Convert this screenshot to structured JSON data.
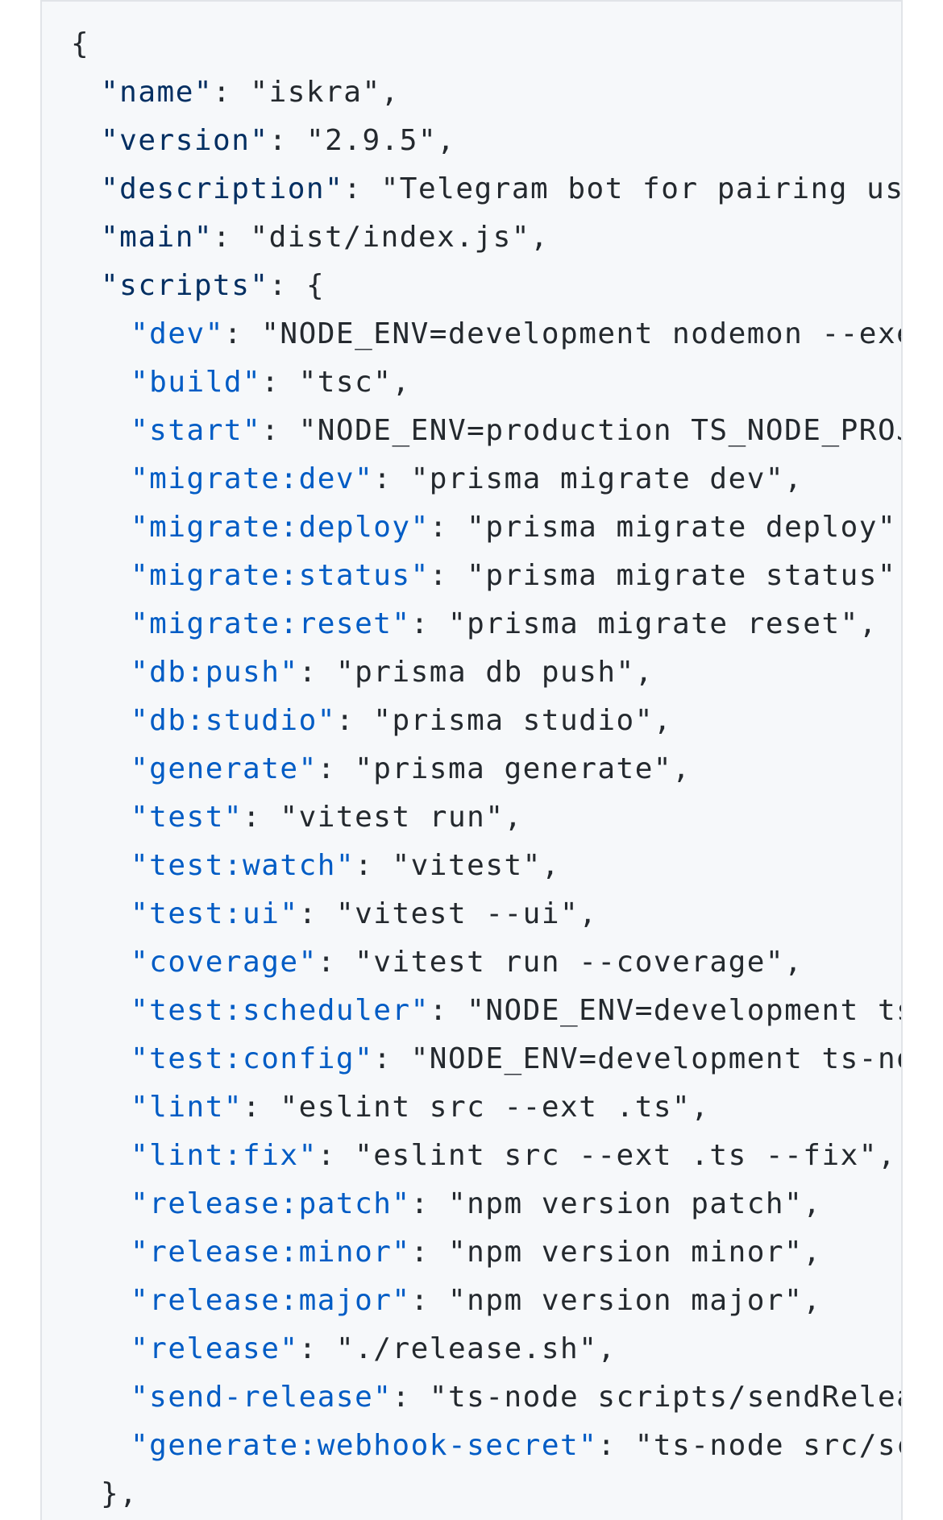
{
  "colors": {
    "background": "#ffffff",
    "code_background": "#f6f8fa",
    "border": "#e1e4e8",
    "key": "#032f62",
    "key_inner": "#005cc5",
    "text": "#24292e"
  },
  "json": {
    "open_brace": "{",
    "top": [
      {
        "key": "\"name\"",
        "value": "\"iskra\"",
        "trail": ","
      },
      {
        "key": "\"version\"",
        "value": "\"2.9.5\"",
        "trail": ","
      },
      {
        "key": "\"description\"",
        "value": "\"Telegram bot for pairing use",
        "trail": ""
      },
      {
        "key": "\"main\"",
        "value": "\"dist/index.js\"",
        "trail": ","
      },
      {
        "key": "\"scripts\"",
        "value": "{",
        "trail": ""
      }
    ],
    "scripts": [
      {
        "key": "\"dev\"",
        "value": "\"NODE_ENV=development nodemon --exe",
        "trail": ""
      },
      {
        "key": "\"build\"",
        "value": "\"tsc\"",
        "trail": ","
      },
      {
        "key": "\"start\"",
        "value": "\"NODE_ENV=production TS_NODE_PROJ",
        "trail": ""
      },
      {
        "key": "\"migrate:dev\"",
        "value": "\"prisma migrate dev\"",
        "trail": ","
      },
      {
        "key": "\"migrate:deploy\"",
        "value": "\"prisma migrate deploy\"",
        "trail": ","
      },
      {
        "key": "\"migrate:status\"",
        "value": "\"prisma migrate status\"",
        "trail": ","
      },
      {
        "key": "\"migrate:reset\"",
        "value": "\"prisma migrate reset\"",
        "trail": ","
      },
      {
        "key": "\"db:push\"",
        "value": "\"prisma db push\"",
        "trail": ","
      },
      {
        "key": "\"db:studio\"",
        "value": "\"prisma studio\"",
        "trail": ","
      },
      {
        "key": "\"generate\"",
        "value": "\"prisma generate\"",
        "trail": ","
      },
      {
        "key": "\"test\"",
        "value": "\"vitest run\"",
        "trail": ","
      },
      {
        "key": "\"test:watch\"",
        "value": "\"vitest\"",
        "trail": ","
      },
      {
        "key": "\"test:ui\"",
        "value": "\"vitest --ui\"",
        "trail": ","
      },
      {
        "key": "\"coverage\"",
        "value": "\"vitest run --coverage\"",
        "trail": ","
      },
      {
        "key": "\"test:scheduler\"",
        "value": "\"NODE_ENV=development ts-",
        "trail": ""
      },
      {
        "key": "\"test:config\"",
        "value": "\"NODE_ENV=development ts-no",
        "trail": ""
      },
      {
        "key": "\"lint\"",
        "value": "\"eslint src --ext .ts\"",
        "trail": ","
      },
      {
        "key": "\"lint:fix\"",
        "value": "\"eslint src --ext .ts --fix\"",
        "trail": ","
      },
      {
        "key": "\"release:patch\"",
        "value": "\"npm version patch\"",
        "trail": ","
      },
      {
        "key": "\"release:minor\"",
        "value": "\"npm version minor\"",
        "trail": ","
      },
      {
        "key": "\"release:major\"",
        "value": "\"npm version major\"",
        "trail": ","
      },
      {
        "key": "\"release\"",
        "value": "\"./release.sh\"",
        "trail": ","
      },
      {
        "key": "\"send-release\"",
        "value": "\"ts-node scripts/sendRelea",
        "trail": ""
      },
      {
        "key": "\"generate:webhook-secret\"",
        "value": "\"ts-node src/sc",
        "trail": ""
      }
    ],
    "close_scripts": "},"
  }
}
